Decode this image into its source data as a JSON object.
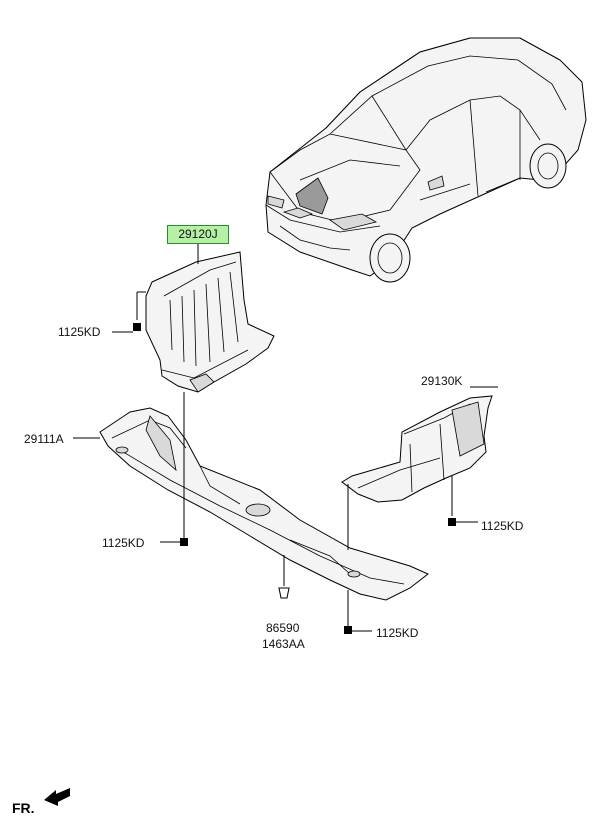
{
  "diagram": {
    "parts": {
      "upper_cover": "29120J",
      "lower_cover": "29111A",
      "side_cover": "29130K",
      "bolt_upper": "1125KD",
      "bolt_middle": "1125KD",
      "bolt_right": "1125KD",
      "bolt_bottom": "1125KD",
      "clip_code_1": "86590",
      "clip_code_2": "1463AA"
    },
    "direction_label": "FR.",
    "highlight_color": "#b6f0a4"
  }
}
